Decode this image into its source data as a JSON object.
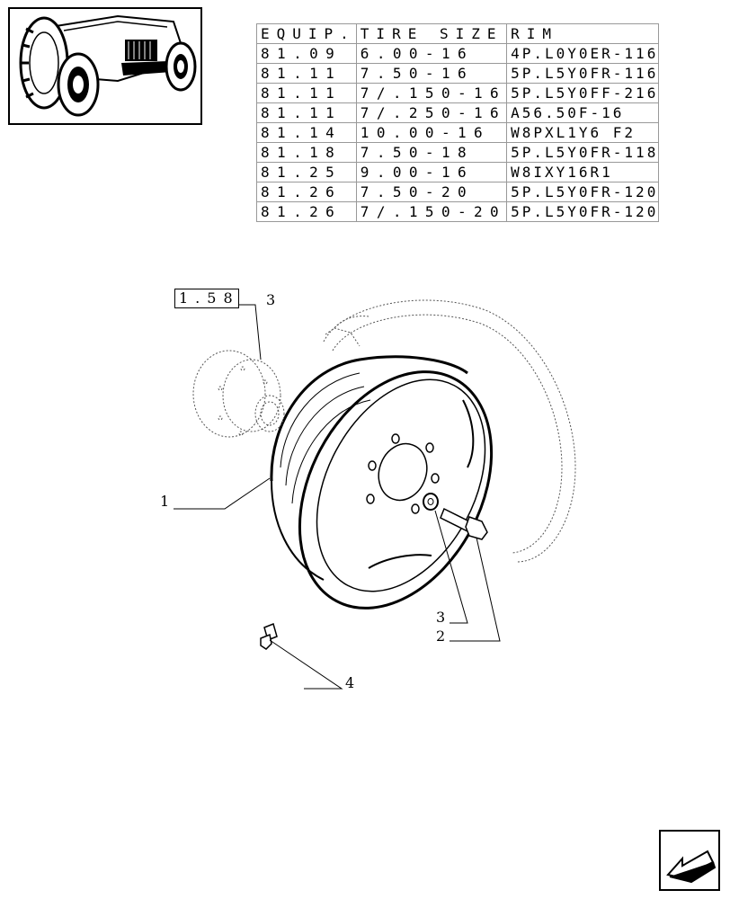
{
  "table": {
    "header": [
      "EQUIP.",
      "TIRE SIZE",
      "RIM"
    ],
    "rows": [
      [
        "81.09",
        "6.00-16",
        "4P.L0Y0ER-116"
      ],
      [
        "81.11",
        "7.50-16",
        "5P.L5Y0FR-116"
      ],
      [
        "81.11",
        "7/.150-16",
        "5P.L5Y0FF-216"
      ],
      [
        "81.11",
        "7/.250-16",
        "A56.50F-16"
      ],
      [
        "81.14",
        "10.00-16",
        "W8PXL1Y6 F2"
      ],
      [
        "81.18",
        "7.50-18",
        "5P.L5Y0FR-118"
      ],
      [
        "81.25",
        "9.00-16",
        "W8IXY16R1"
      ],
      [
        "81.26",
        "7.50-20",
        "5P.L5Y0FR-120"
      ],
      [
        "81.26",
        "7/.150-20",
        "5P.L5Y0FR-120"
      ]
    ]
  },
  "callouts": {
    "ref": "1.58",
    "ref_item": "3",
    "wheel": "1",
    "washer": "3",
    "bolt": "2",
    "valve": "4"
  },
  "icons": {
    "thumbnail": "tractor-front-thumbnail",
    "nav": "arrow-back-icon"
  }
}
